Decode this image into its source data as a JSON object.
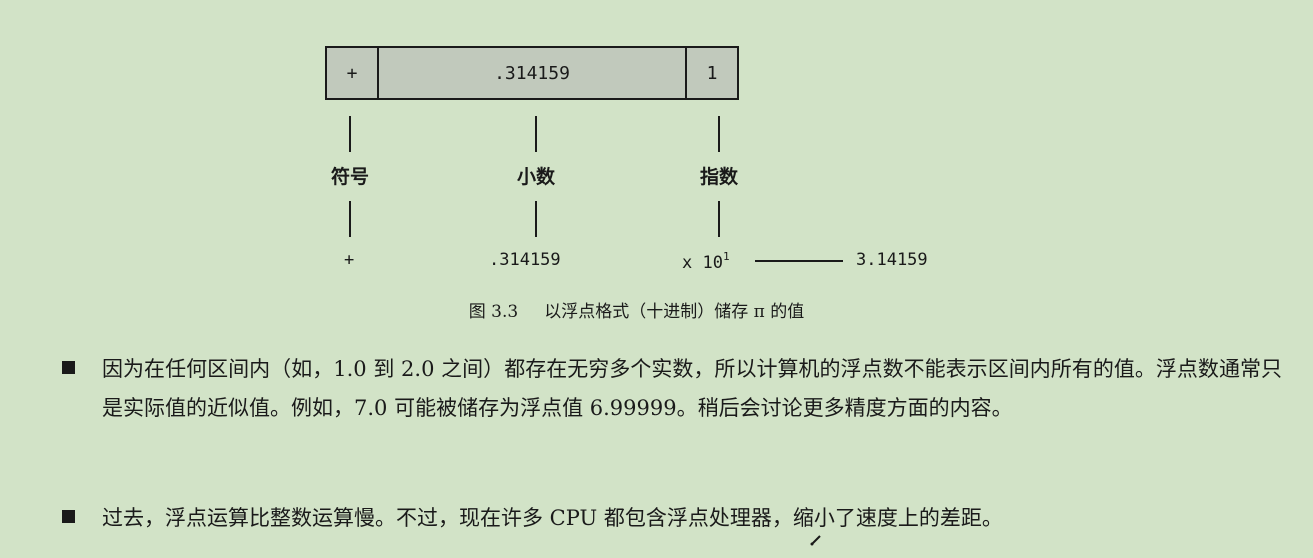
{
  "figure": {
    "box": {
      "sign": "+",
      "fraction": ".314159",
      "exponent": "1"
    },
    "labels": {
      "sign": "符号",
      "fraction": "小数",
      "exponent": "指数"
    },
    "value_row": {
      "sign": "+",
      "fraction": ".314159",
      "multiplier": "x 10",
      "exponent_sup": "1",
      "result": "3.14159"
    },
    "caption": {
      "number": "图 3.3",
      "text": "以浮点格式（十进制）储存 π 的值"
    }
  },
  "bullets": [
    {
      "text": "因为在任何区间内（如，1.0 到 2.0 之间）都存在无穷多个实数，所以计算机的浮点数不能表示区间内所有的值。浮点数通常只是实际值的近似值。例如，7.0 可能被储存为浮点值 6.99999。稍后会讨论更多精度方面的内容。"
    },
    {
      "text": "过去，浮点运算比整数运算慢。不过，现在许多 CPU 都包含浮点处理器，缩小了速度上的差距。"
    }
  ]
}
